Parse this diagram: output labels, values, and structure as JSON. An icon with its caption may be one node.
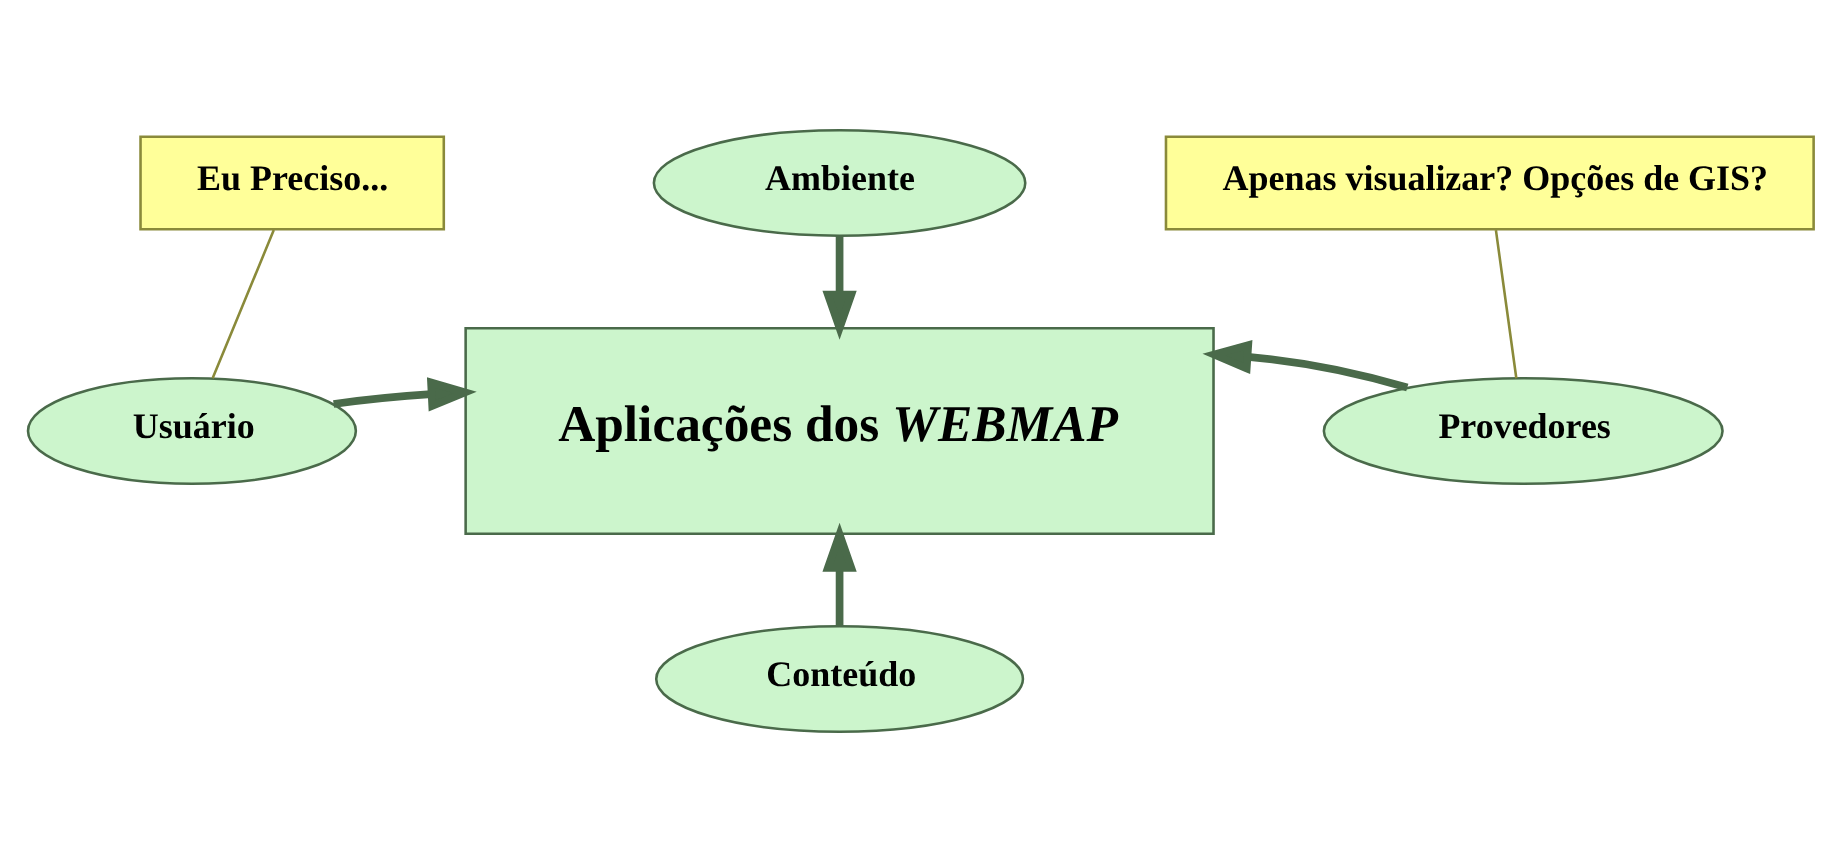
{
  "diagram": {
    "nodes": [
      {
        "text": [
          "Eu Preciso..."
        ]
      },
      {
        "text": [
          "Ambiente"
        ]
      },
      {
        "text": [
          "Apenas visualizar? Opções de GIS?"
        ]
      },
      {
        "text": [
          "Usuário"
        ]
      },
      {
        "text": [
          "Aplicações dos *WEBMAP*"
        ]
      },
      {
        "text": [
          "Provedores"
        ]
      },
      {
        "text": [
          "Conteúdo"
        ]
      }
    ],
    "edges": [
      {
        "from": 0,
        "to": 3,
        "arrow": "none"
      },
      {
        "from": 2,
        "to": 5,
        "arrow": "none"
      },
      {
        "from": 1,
        "to": 4,
        "arrow": "to"
      },
      {
        "from": 3,
        "to": 4,
        "arrow": "to"
      },
      {
        "from": 5,
        "to": 4,
        "arrow": "to"
      },
      {
        "from": 6,
        "to": 4,
        "arrow": "to"
      }
    ]
  }
}
